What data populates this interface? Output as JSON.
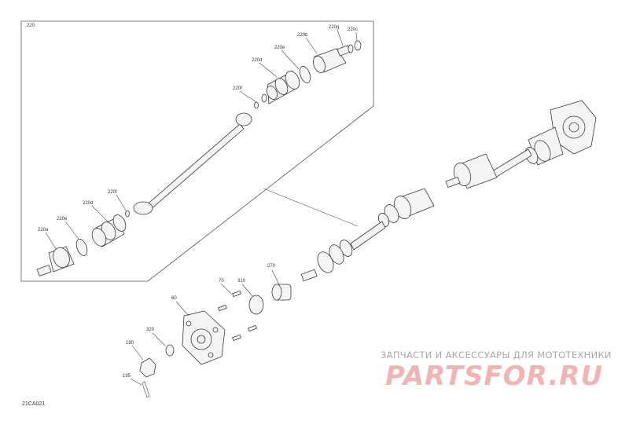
{
  "diagram": {
    "code": "21CA021",
    "group_label": "220",
    "part_labels": [
      {
        "id": "p220g",
        "text": "220g"
      },
      {
        "id": "p220c",
        "text": "220c"
      },
      {
        "id": "p220b",
        "text": "220b"
      },
      {
        "id": "p220e_top",
        "text": "220e"
      },
      {
        "id": "p220d_top",
        "text": "220d"
      },
      {
        "id": "p220f_top",
        "text": "220f"
      },
      {
        "id": "p220d_bot",
        "text": "220d"
      },
      {
        "id": "p220f_bot",
        "text": "220f"
      },
      {
        "id": "p220e_bot",
        "text": "220e"
      },
      {
        "id": "p220a",
        "text": "220a"
      },
      {
        "id": "p270",
        "text": "270"
      },
      {
        "id": "p310",
        "text": "310"
      },
      {
        "id": "p70",
        "text": "70"
      },
      {
        "id": "p60",
        "text": "60"
      },
      {
        "id": "p320",
        "text": "320"
      },
      {
        "id": "p190",
        "text": "190"
      },
      {
        "id": "p195",
        "text": "195"
      }
    ]
  },
  "watermark": {
    "subtitle": "ЗАПЧАСТИ И АКСЕССУАРЫ ДЛЯ МОТОТЕХНИКИ",
    "brand": "PARTSFOR.RU",
    "brand_color": "#f2b3b3"
  }
}
